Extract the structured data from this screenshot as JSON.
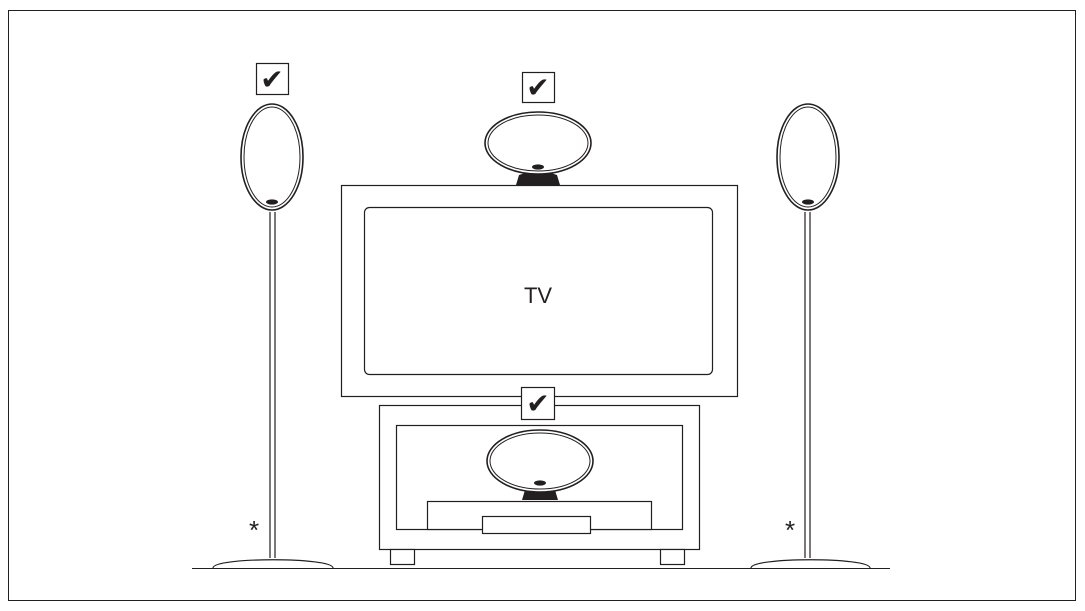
{
  "diagram": {
    "tv_label": "TV",
    "asterisk_left": "*",
    "asterisk_right": "*",
    "check_mark": "✔",
    "checkmarks": [
      "front-left",
      "center-top",
      "center-below-tv"
    ],
    "icons": [
      "speaker-icon",
      "checkbox-check-icon",
      "asterisk-icon"
    ]
  },
  "colors": {
    "stroke": "#231f20",
    "background": "#ffffff",
    "fill_dark": "#231f20"
  }
}
